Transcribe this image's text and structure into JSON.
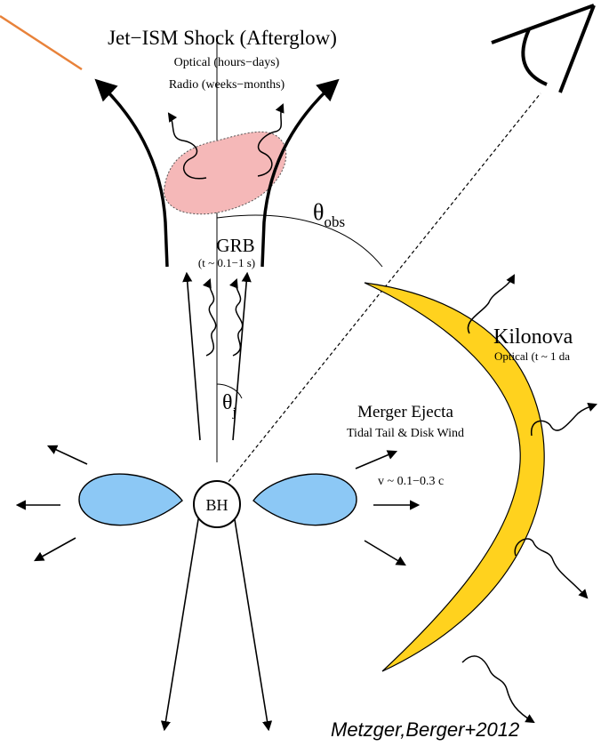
{
  "labels": {
    "title": "Jet−ISM Shock (Afterglow)",
    "optical": "Optical (hours−days)",
    "radio": "Radio (weeks−months)",
    "theta_obs_symbol": "θ",
    "theta_obs_sub": "obs",
    "grb": "GRB",
    "grb_time": "(t ~ 0.1−1 s)",
    "kilonova": "Kilonova",
    "kilonova_sub": "Optical (t ~ 1 da",
    "theta_j_symbol": "θ",
    "theta_j_sub": "j",
    "merger": "Merger Ejecta",
    "tidal": "Tidal Tail & Disk Wind",
    "velocity": "v ~ 0.1−0.3 c",
    "bh": "BH",
    "credit": "Metzger,Berger+2012"
  },
  "colors": {
    "afterglow_fill": "#f5b8b8",
    "kilonova_fill": "#ffd21e",
    "ejecta_fill": "#8cc8f5",
    "annotation_line": "#e8823a"
  }
}
